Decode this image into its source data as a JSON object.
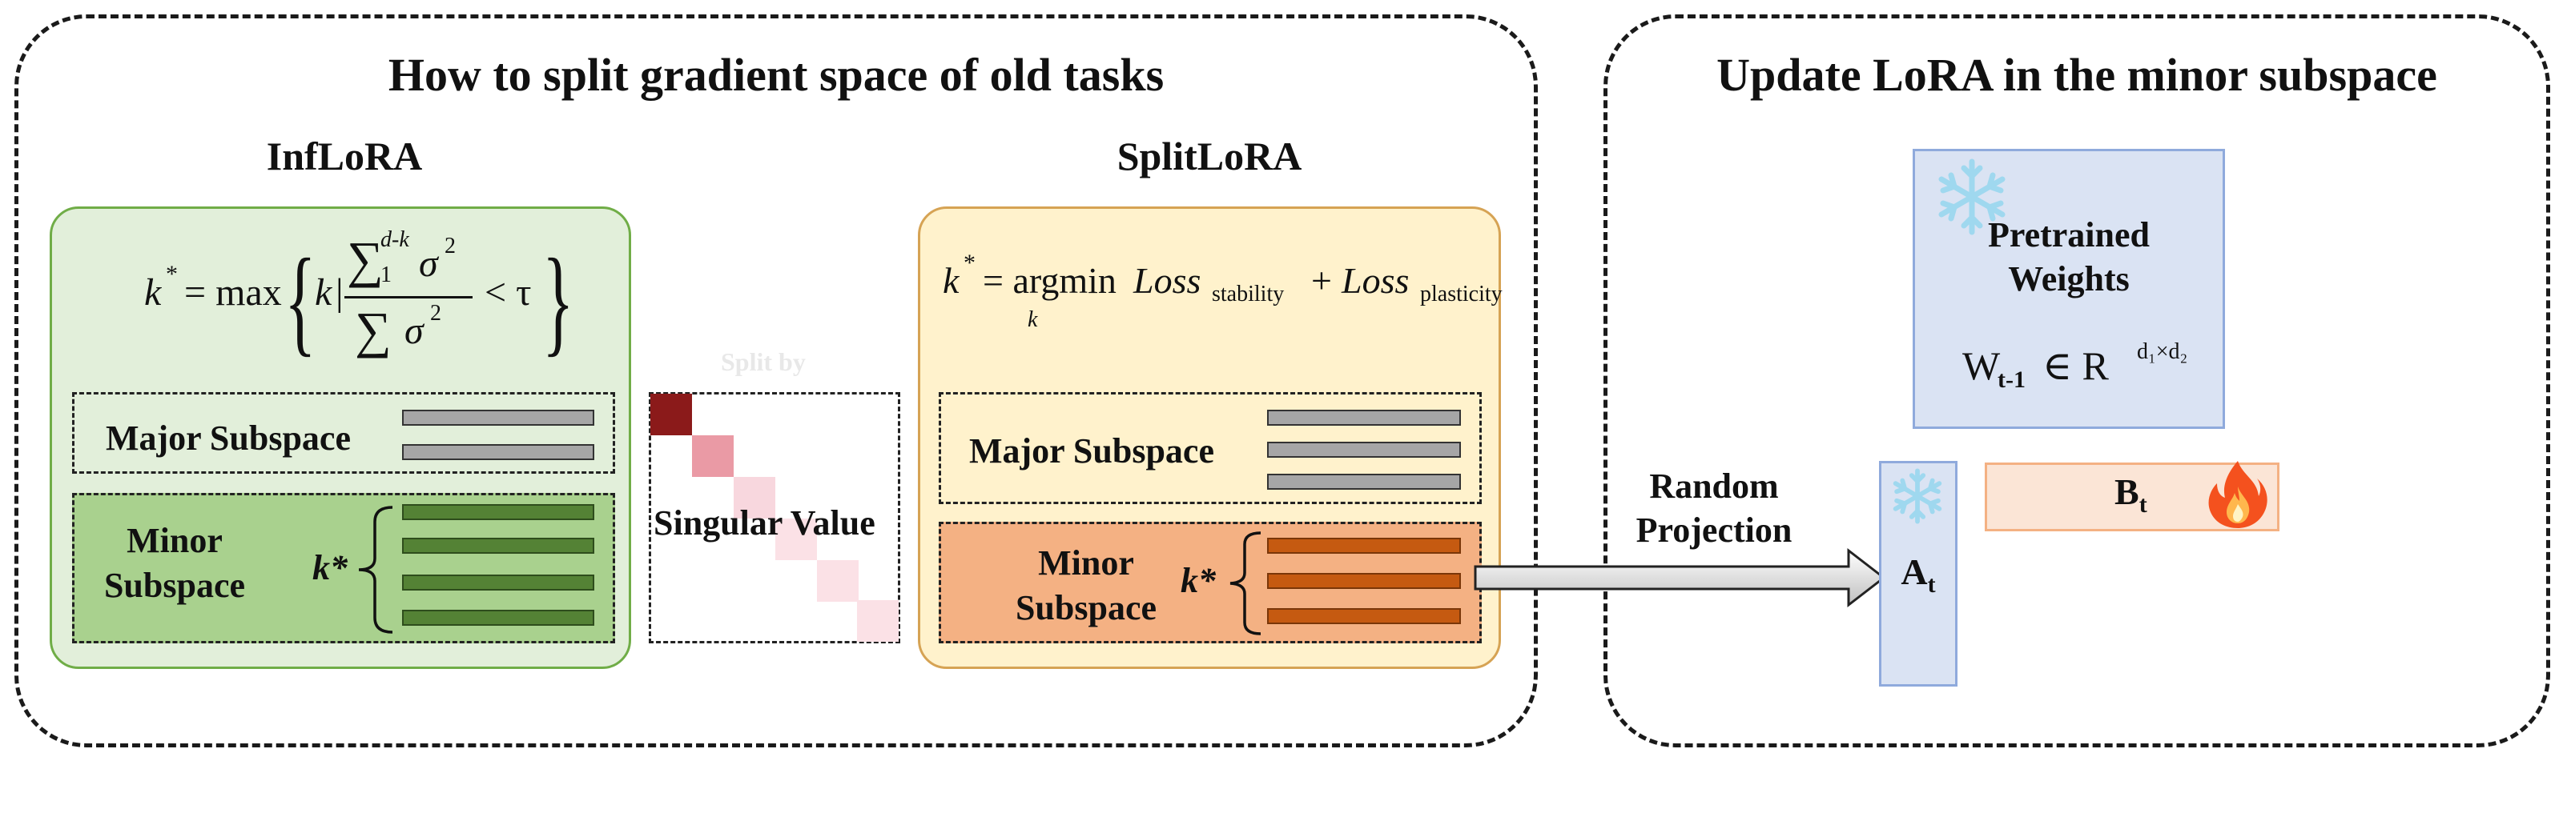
{
  "left_panel": {
    "title": "How to split gradient space of old tasks",
    "inflora": {
      "title": "InfLoRA",
      "formula_lhs": "k",
      "formula_star": "*",
      "formula_eq": "= max",
      "formula_k": "k",
      "formula_bar": "|",
      "formula_sum_top": "∑",
      "formula_sum_top_lower": "1",
      "formula_sum_top_upper": "d-k",
      "formula_sigma": "σ",
      "formula_sq": "2",
      "formula_sum_bottom": "∑",
      "formula_lt": "< τ",
      "major_label": "Major Subspace",
      "minor_label_line1": "Minor",
      "minor_label_line2": "Subspace",
      "kstar": "k*"
    },
    "middle": {
      "split_by": "Split by",
      "singular_value": "Singular Value"
    },
    "splitlora": {
      "title": "SplitLoRA",
      "formula_lhs": "k",
      "formula_star": "*",
      "formula_eq": "= argmin",
      "formula_sub_k": "k",
      "formula_loss1": "Loss",
      "formula_sub1": "stability",
      "formula_plus": "+",
      "formula_loss2": "Loss",
      "formula_sub2": "plasticity",
      "major_label": "Major Subspace",
      "minor_label_line1": "Minor",
      "minor_label_line2": "Subspace",
      "kstar": "k*"
    }
  },
  "right_panel": {
    "title": "Update LoRA in the minor subspace",
    "pretrained_line1": "Pretrained",
    "pretrained_line2": "Weights",
    "weights_W": "W",
    "weights_sub": "t-1",
    "weights_in": "∈ R",
    "weights_sup": "d₁×d₂",
    "random_projection_line1": "Random",
    "random_projection_line2": "Projection",
    "A_label": "A",
    "A_sub": "t",
    "B_label": "B",
    "B_sub": "t"
  },
  "icons": [
    "snowflake-icon",
    "snowflake-icon",
    "fire-icon"
  ],
  "colors": {
    "green_light": "#e2efda",
    "green_mid": "#a9d18e",
    "green_bar": "#548235",
    "yellow_light": "#fff2cc",
    "orange_mid": "#f4b183",
    "orange_bar": "#c55a11",
    "blue_light": "#dae3f3",
    "peach": "#fbe5d6",
    "dark_red": "#8b1a1a"
  }
}
